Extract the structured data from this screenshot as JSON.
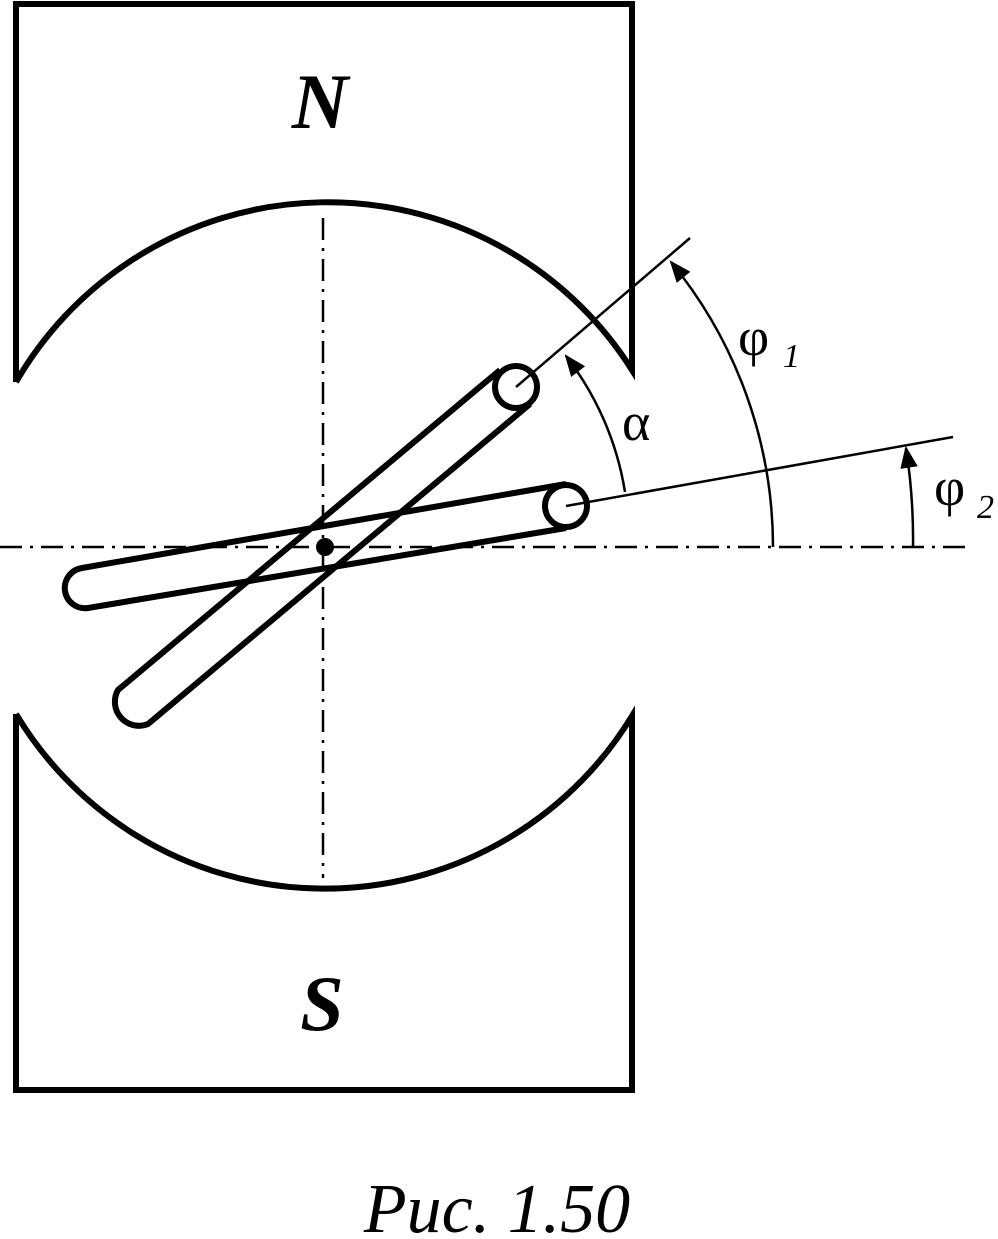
{
  "poles": {
    "north": "N",
    "south": "S"
  },
  "angles": {
    "alpha": "α",
    "phi1": {
      "symbol": "φ",
      "sub": "1"
    },
    "phi2": {
      "symbol": "φ",
      "sub": "2"
    }
  },
  "caption": "Рис. 1.50"
}
